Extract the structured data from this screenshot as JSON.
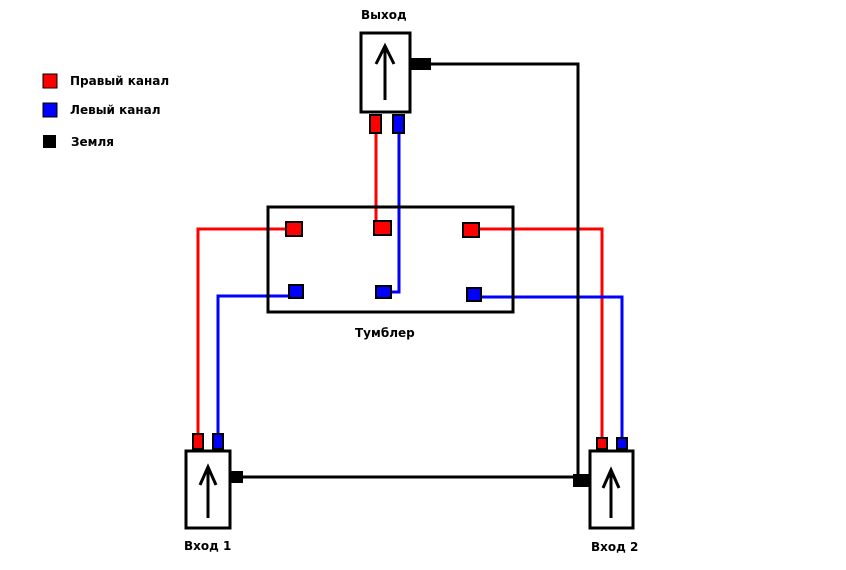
{
  "legend": {
    "items": [
      {
        "label": "Правый канал",
        "color": "#ff0000"
      },
      {
        "label": "Левый канал",
        "color": "#0000ff"
      },
      {
        "label": "Земля",
        "color": "#000000"
      }
    ]
  },
  "components": {
    "output": {
      "label": "Выход",
      "icon": "arrow-up-icon"
    },
    "switch": {
      "label": "Тумблер"
    },
    "input1": {
      "label": "Вход 1",
      "icon": "arrow-up-icon"
    },
    "input2": {
      "label": "Вход 2",
      "icon": "arrow-up-icon"
    }
  },
  "colors": {
    "right_channel": "#ff0000",
    "left_channel": "#0000ff",
    "ground": "#000000"
  }
}
